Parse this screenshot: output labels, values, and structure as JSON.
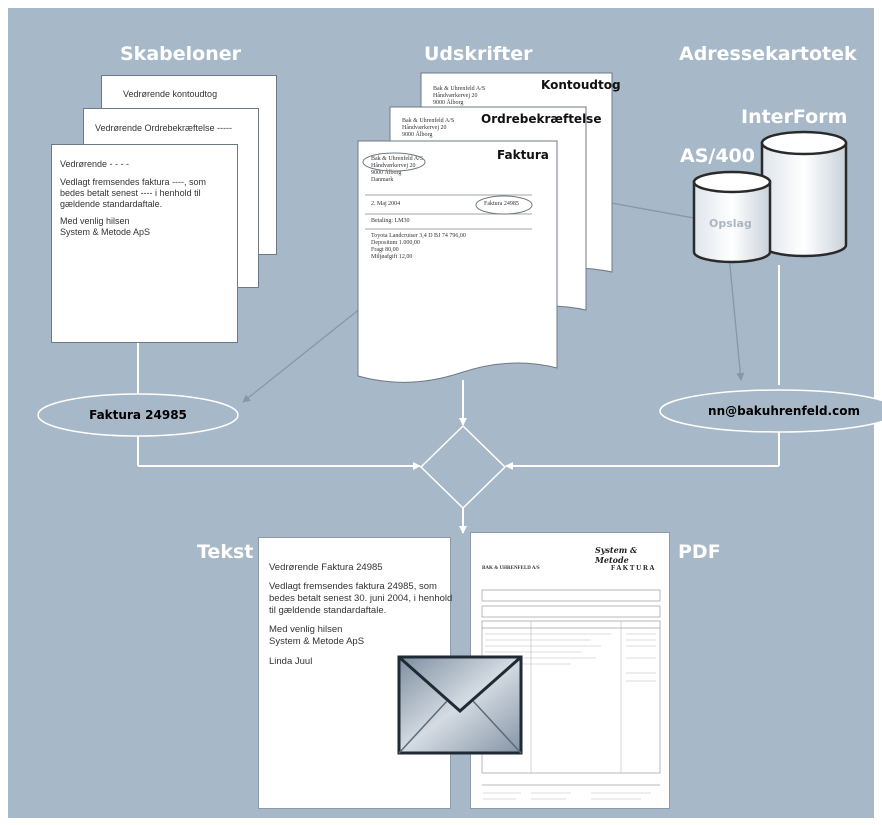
{
  "headings": {
    "skabeloner": "Skabeloner",
    "udskrifter": "Udskrifter",
    "adressekartotek": "Adressekartotek",
    "interform": "InterForm",
    "as400": "AS/400",
    "tekst": "Tekst",
    "pdf": "PDF"
  },
  "templates": {
    "kontoudtog": "Vedrørende kontoudtog",
    "ordrebekraeftelse": "Vedrørende Ordrebekræftelse -----",
    "faktura_lines": [
      "Vedrørende  - - - -",
      "",
      "Vedlagt fremsendes faktura  ----, som",
      "bedes betalt senest ---- i henhold til",
      "gældende standardaftale.",
      "",
      "Med venlig hilsen",
      "System & Metode ApS"
    ]
  },
  "prints": {
    "kontoudtog_title": "Kontoudtog",
    "ordrebekraeftelse_title": "Ordrebekræftelse",
    "faktura_title": "Faktura",
    "address_lines": [
      "Bak & Uhrenfeld A/S",
      "Håndværkervej 20",
      "9000 Ålborg"
    ],
    "faktura_address": [
      "Bak & Uhrenfeld A/S",
      "Håndværkervej 20",
      "9000 Ålborg",
      "Danmark"
    ],
    "date": "2. Maj 2004",
    "invoice_no": "Faktura 24985",
    "payment": "Betaling: LM30",
    "item_lines": [
      "Toyota Landcruiser 3,4 D BJ 74     796,00",
      "Depositum   1.000,00",
      "Fragt   80,00",
      "Miljøafgift   12,00"
    ]
  },
  "db": {
    "opslag": "Opslag"
  },
  "ellipses": {
    "faktura": "Faktura 24985",
    "email": "nn@bakuhrenfeld.com"
  },
  "result_text": {
    "lines": [
      "Vedrørende Faktura 24985",
      "",
      "Vedlagt fremsendes faktura 24985, som",
      "bedes betalt senest 30. juni 2004, i henhold",
      "til gældende standardaftale.",
      "",
      "Med venlig hilsen",
      "System & Metode ApS",
      "",
      "Linda Juul"
    ]
  },
  "pdf": {
    "logo": "System & Metode",
    "title": "F A K T U R A",
    "company": "BAK & UHRENFELD A/S"
  },
  "colors": {
    "background": "#a7b8c8",
    "heading": "#ffffff",
    "arrow_grey": "#8a97a3"
  }
}
